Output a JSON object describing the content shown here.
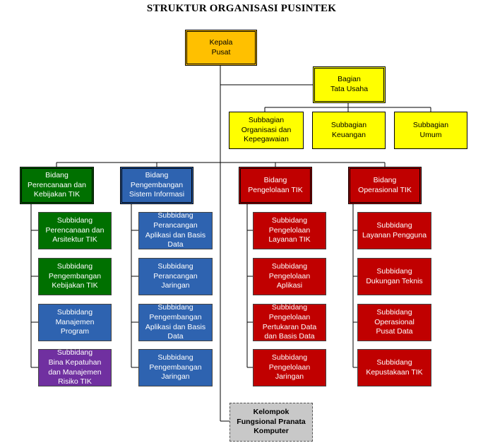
{
  "title": "STRUKTUR ORGANISASI PUSINTEK",
  "kepala": "Kepala\nPusat",
  "bagian": "Bagian\nTata Usaha",
  "subbagian": [
    "Subbagian\nOrganisasi dan\nKepegawaian",
    "Subbagian\nKeuangan",
    "Subbagian\nUmum"
  ],
  "bidang": [
    {
      "label": "Bidang\nPerencanaan dan\nKebijakan TIK",
      "subbidang": [
        "Subbidang\nPerencanaan dan\nArsitektur TIK",
        "Subbidang\nPengembangan\nKebijakan TIK",
        "Subbidang\nManajemen\nProgram",
        "Subbidang\nBina Kepatuhan\ndan Manajemen\nRisiko TIK"
      ]
    },
    {
      "label": "Bidang\nPengembangan\nSistem Informasi",
      "subbidang": [
        "Subbidang\nPerancangan\nAplikasi dan Basis\nData",
        "Subbidang\nPerancangan\nJaringan",
        "Subbidang\nPengembangan\nAplikasi dan Basis\nData",
        "Subbidang\nPengembangan\nJaringan"
      ]
    },
    {
      "label": "Bidang\nPengelolaan TIK",
      "subbidang": [
        "Subbidang\nPengelolaan\nLayanan TIK",
        "Subbidang\nPengelolaan\nAplikasi",
        "Subbidang\nPengelolaan\nPertukaran Data\ndan Basis Data",
        "Subbidang\nPengelolaan\nJaringan"
      ]
    },
    {
      "label": "Bidang\nOperasional TIK",
      "subbidang": [
        "Subbidang\nLayanan Pengguna",
        "Subbidang\nDukungan Teknis",
        "Subbidang\nOperasional\nPusat Data",
        "Subbidang\nKepustakaan TIK"
      ]
    }
  ],
  "kelompok": "Kelompok\nFungsional Pranata\nKomputer",
  "colors": {
    "kepala": "#ffc000",
    "tata_usaha": "#ffff00",
    "perencanaan": "#007000",
    "pengembangan": "#2e63b0",
    "pengelolaan": "#c00000",
    "operasional": "#c00000",
    "bina_kepatuhan": "#7030a0",
    "kelompok": "#c8c8c8"
  }
}
